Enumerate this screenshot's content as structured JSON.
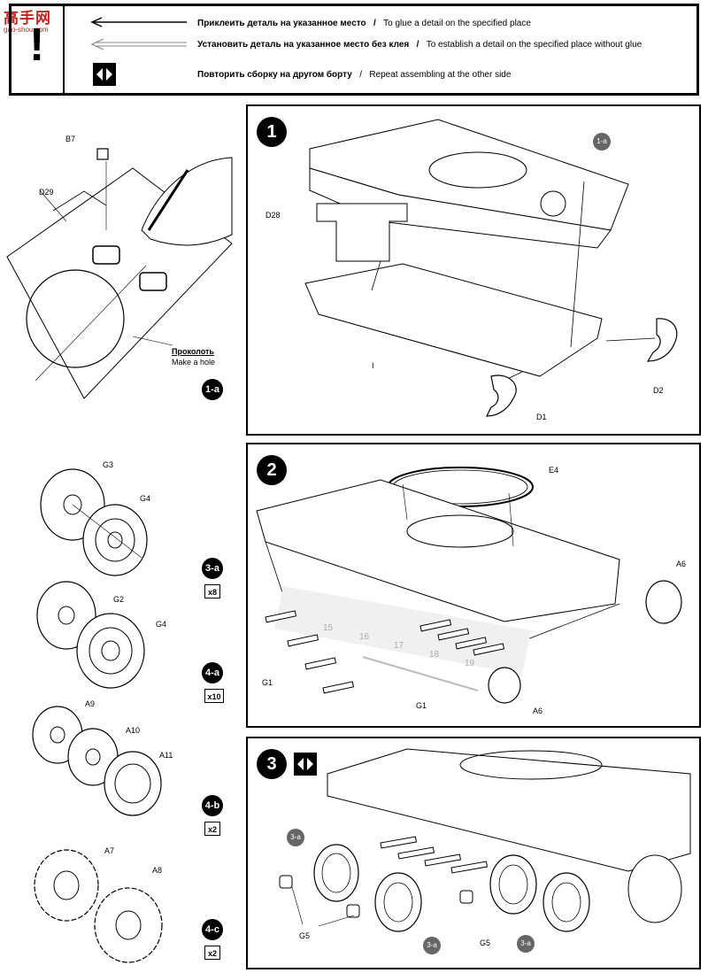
{
  "watermark": {
    "line1": "高手网",
    "line2": "gao-shou.com"
  },
  "legend": {
    "warning": "!",
    "glue_ru": "Приклеить деталь на указанное место",
    "glue_en": "To glue a detail on the specified place",
    "noglue_ru": "Установить деталь на указанное место без клея",
    "noglue_en": "To establish a detail on the specified place without glue",
    "repeat_ru": "Повторить сборку на другом борту",
    "repeat_en": "Repeat assembling at the other side",
    "sep": "/"
  },
  "sub1a": {
    "badge": "1-a",
    "parts": {
      "b7": "B7",
      "d29": "D29"
    },
    "hole_ru": "Проколоть",
    "hole_en": "Make a hole"
  },
  "step1": {
    "number": "1",
    "ref_badge": "1-a",
    "parts": {
      "d28": "D28",
      "i": "I",
      "d1": "D1",
      "d2": "D2"
    }
  },
  "subs": {
    "s3a": {
      "badge": "3-a",
      "qty": "x8",
      "parts": [
        "G3",
        "G4"
      ]
    },
    "s4a": {
      "badge": "4-a",
      "qty": "x10",
      "parts": [
        "G2",
        "G4"
      ]
    },
    "s4b": {
      "badge": "4-b",
      "qty": "x2",
      "parts": [
        "A9",
        "A10",
        "A11"
      ]
    },
    "s4c": {
      "badge": "4-c",
      "qty": "x2",
      "parts": [
        "A7",
        "A8"
      ]
    }
  },
  "step2": {
    "number": "2",
    "parts": {
      "e4": "E4",
      "a6_top": "A6",
      "a6_bottom": "A6",
      "g1_left": "G1",
      "g1_right": "G1"
    },
    "ruler": [
      "15",
      "16",
      "17",
      "18",
      "19"
    ]
  },
  "step3": {
    "number": "3",
    "badges": [
      "3-a",
      "3-a",
      "3-a"
    ],
    "parts": {
      "g5_left": "G5",
      "g5_right": "G5"
    }
  }
}
